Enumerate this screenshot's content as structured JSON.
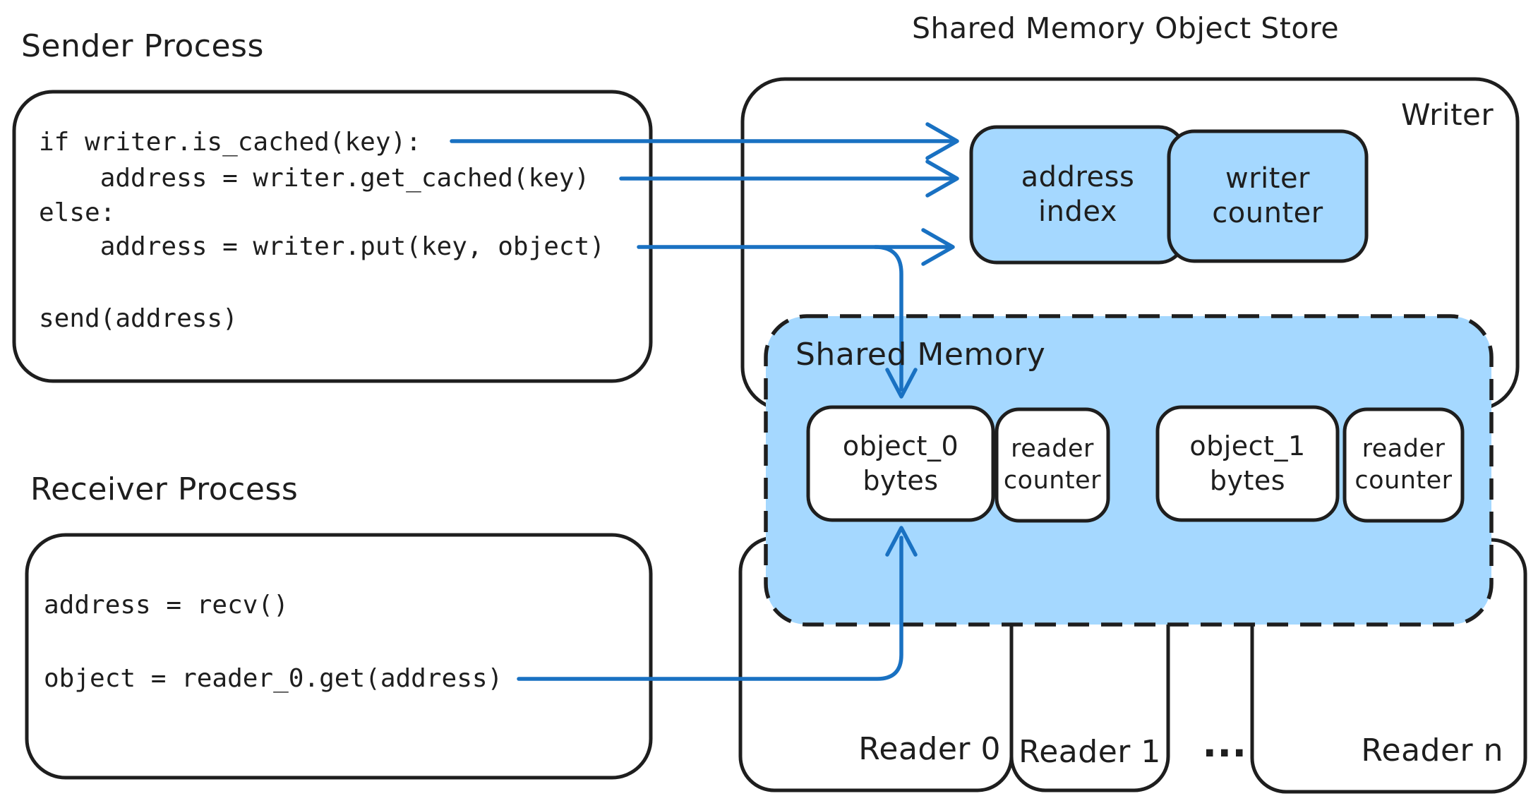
{
  "title": "Shared Memory Object Store",
  "colors": {
    "stroke": "#1e1e1e",
    "arrow_blue": "#1971c2",
    "fill_blue": "#a5d8ff",
    "box_white": "#ffffff"
  },
  "sender": {
    "label": "Sender Process",
    "code": [
      "if writer.is_cached(key):",
      "    address = writer.get_cached(key)",
      "else:",
      "    address = writer.put(key, object)",
      "send(address)"
    ]
  },
  "receiver": {
    "label": "Receiver Process",
    "code": [
      "address = recv()",
      "object = reader_0.get(address)"
    ]
  },
  "store": {
    "writer_label": "Writer",
    "address_index": {
      "line1": "address",
      "line2": "index"
    },
    "writer_counter": {
      "line1": "writer",
      "line2": "counter"
    }
  },
  "shared_memory": {
    "label": "Shared Memory",
    "object0": {
      "line1": "object_0",
      "line2": "bytes"
    },
    "counter0": {
      "line1": "reader",
      "line2": "counter"
    },
    "object1": {
      "line1": "object_1",
      "line2": "bytes"
    },
    "counter1": {
      "line1": "reader",
      "line2": "counter"
    }
  },
  "readers": {
    "r0": "Reader 0",
    "r1": "Reader 1",
    "ellipsis": "...",
    "rn": "Reader n"
  }
}
